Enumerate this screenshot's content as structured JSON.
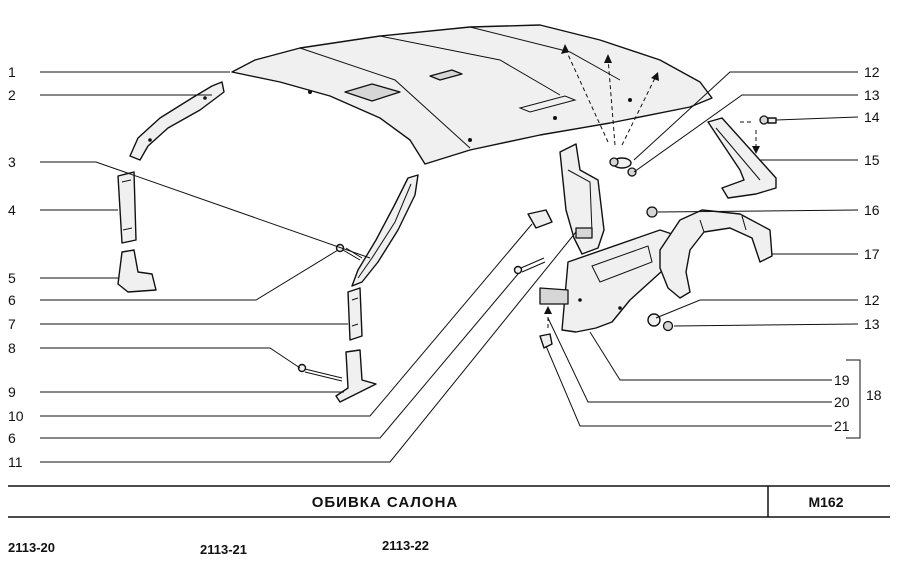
{
  "callouts_left": [
    "1",
    "2",
    "3",
    "4",
    "5",
    "6",
    "7",
    "8",
    "9",
    "10",
    "6",
    "11"
  ],
  "callouts_right": [
    "12",
    "13",
    "14",
    "15",
    "16",
    "17",
    "12",
    "13",
    "19",
    "20",
    "21"
  ],
  "group_label": "18",
  "title": "ОБИВКА САЛОНА",
  "page_code": "M162",
  "models": [
    "2113-20",
    "2113-21",
    "2113-22"
  ]
}
